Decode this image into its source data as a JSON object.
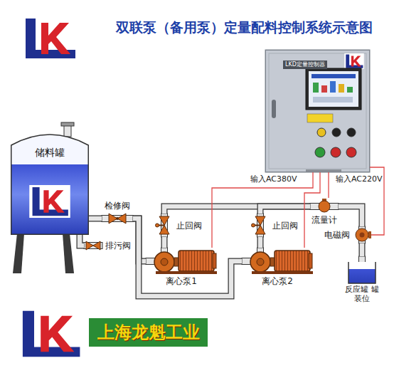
{
  "diagram": {
    "title": "双联泵（备用泵）定量配料控制系统示意图",
    "nodes": [
      {
        "text": [
          "LKD定量控制器"
        ]
      },
      {
        "text": [
          "储料罐"
        ]
      },
      {
        "text": [
          "检修阀"
        ]
      },
      {
        "text": [
          "排污阀"
        ]
      },
      {
        "text": [
          "止回阀"
        ]
      },
      {
        "text": [
          "止回阀"
        ]
      },
      {
        "text": [
          "流量计"
        ]
      },
      {
        "text": [
          "电磁阀"
        ]
      },
      {
        "text": [
          "离心泵1"
        ]
      },
      {
        "text": [
          "离心泵2"
        ]
      },
      {
        "text": [
          "反应罐 罐装位"
        ]
      },
      {
        "text": [
          "上海龙魁工业"
        ]
      }
    ],
    "edges": [
      {
        "from": 1,
        "to": 2,
        "arrow": "none"
      },
      {
        "from": 1,
        "to": 3,
        "arrow": "none"
      },
      {
        "from": 2,
        "to": 8,
        "arrow": "none"
      },
      {
        "from": 2,
        "to": 9,
        "arrow": "none"
      },
      {
        "from": 8,
        "to": 4,
        "arrow": "none"
      },
      {
        "from": 9,
        "to": 5,
        "arrow": "none"
      },
      {
        "from": 4,
        "to": 6,
        "arrow": "none"
      },
      {
        "from": 5,
        "to": 6,
        "arrow": "none"
      },
      {
        "from": 6,
        "to": 7,
        "arrow": "none"
      },
      {
        "from": 7,
        "to": 10,
        "arrow": "none"
      },
      {
        "from": 0,
        "to": 8,
        "arrow": "none"
      },
      {
        "from": 0,
        "to": 9,
        "arrow": "none"
      },
      {
        "from": 0,
        "to": 6,
        "arrow": "none"
      },
      {
        "from": 0,
        "to": 7,
        "arrow": "none"
      }
    ],
    "labels": [
      "输入AC380V",
      "输入AC220V"
    ]
  }
}
